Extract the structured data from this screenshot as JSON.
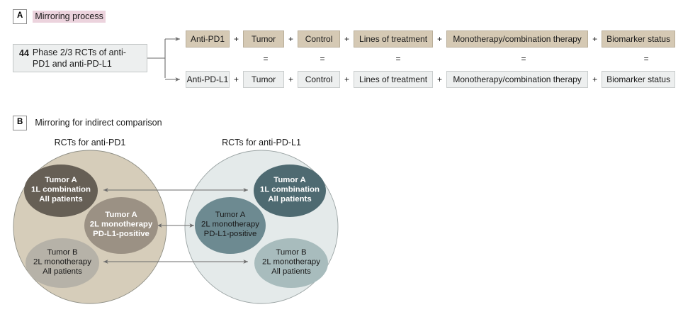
{
  "panels": {
    "a": {
      "letter": "A",
      "title": "Mirroring process",
      "title_highlight_color": "#ecd3dd",
      "source": {
        "count": "44",
        "text": "Phase 2/3 RCTs of anti-PD1 and anti-PD-L1"
      },
      "plus": "+",
      "equals": "=",
      "rows": [
        {
          "name": "anti-pd1-row",
          "color": "#d5c9b4",
          "items": [
            "Anti-PD1",
            "Tumor",
            "Control",
            "Lines of treatment",
            "Monotherapy/combination therapy",
            "Biomarker status"
          ]
        },
        {
          "name": "anti-pdl1-row",
          "color": "#edefef",
          "items": [
            "Anti-PD-L1",
            "Tumor",
            "Control",
            "Lines of treatment",
            "Monotherapy/combination therapy",
            "Biomarker status"
          ]
        }
      ]
    },
    "b": {
      "letter": "B",
      "title": "Mirroring for indirect comparison",
      "left_group": {
        "title": "RCTs for anti-PD1",
        "circle_color": "#d6cdba",
        "bubbles": [
          {
            "lines": [
              "Tumor A",
              "1L combination",
              "All patients"
            ],
            "color": "#665f55",
            "text_color": "#ffffff"
          },
          {
            "lines": [
              "Tumor A",
              "2L monotherapy",
              "PD-L1-positive"
            ],
            "color": "#9b9184",
            "text_color": "#ffffff"
          },
          {
            "lines": [
              "Tumor B",
              "2L monotherapy",
              "All patients"
            ],
            "color": "#b6b2a8",
            "text_color": "#1a1a1a"
          }
        ]
      },
      "right_group": {
        "title": "RCTs for anti-PD-L1",
        "circle_color": "#e4eaea",
        "bubbles": [
          {
            "lines": [
              "Tumor A",
              "1L combination",
              "All patients"
            ],
            "color": "#4e6a71",
            "text_color": "#ffffff"
          },
          {
            "lines": [
              "Tumor A",
              "2L monotherapy",
              "PD-L1-positive"
            ],
            "color": "#6d8a91",
            "text_color": "#1a1a1a"
          },
          {
            "lines": [
              "Tumor B",
              "2L monotherapy",
              "All patients"
            ],
            "color": "#a8bcbd",
            "text_color": "#1a1a1a"
          }
        ]
      },
      "connector_count": 3,
      "connector_color": "#6b6b6b"
    }
  }
}
